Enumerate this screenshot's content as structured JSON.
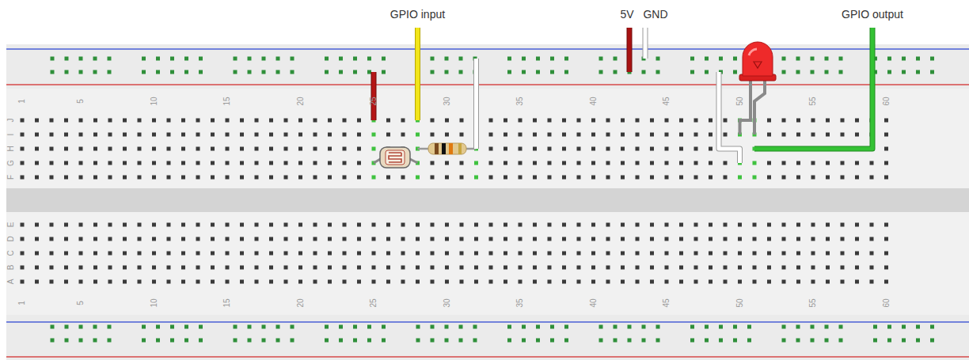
{
  "diagram": {
    "labels": [
      "GPIO input",
      "5V",
      "GND",
      "GPIO output",
      "1",
      "5",
      "10",
      "15",
      "20",
      "25",
      "30",
      "35",
      "40",
      "45",
      "50",
      "55",
      "60",
      "J",
      "I",
      "H",
      "G",
      "F",
      "E",
      "D",
      "C",
      "B",
      "A",
      "1",
      "5",
      "10",
      "15",
      "20",
      "25",
      "30",
      "35",
      "40",
      "45",
      "50",
      "55",
      "60"
    ]
  }
}
